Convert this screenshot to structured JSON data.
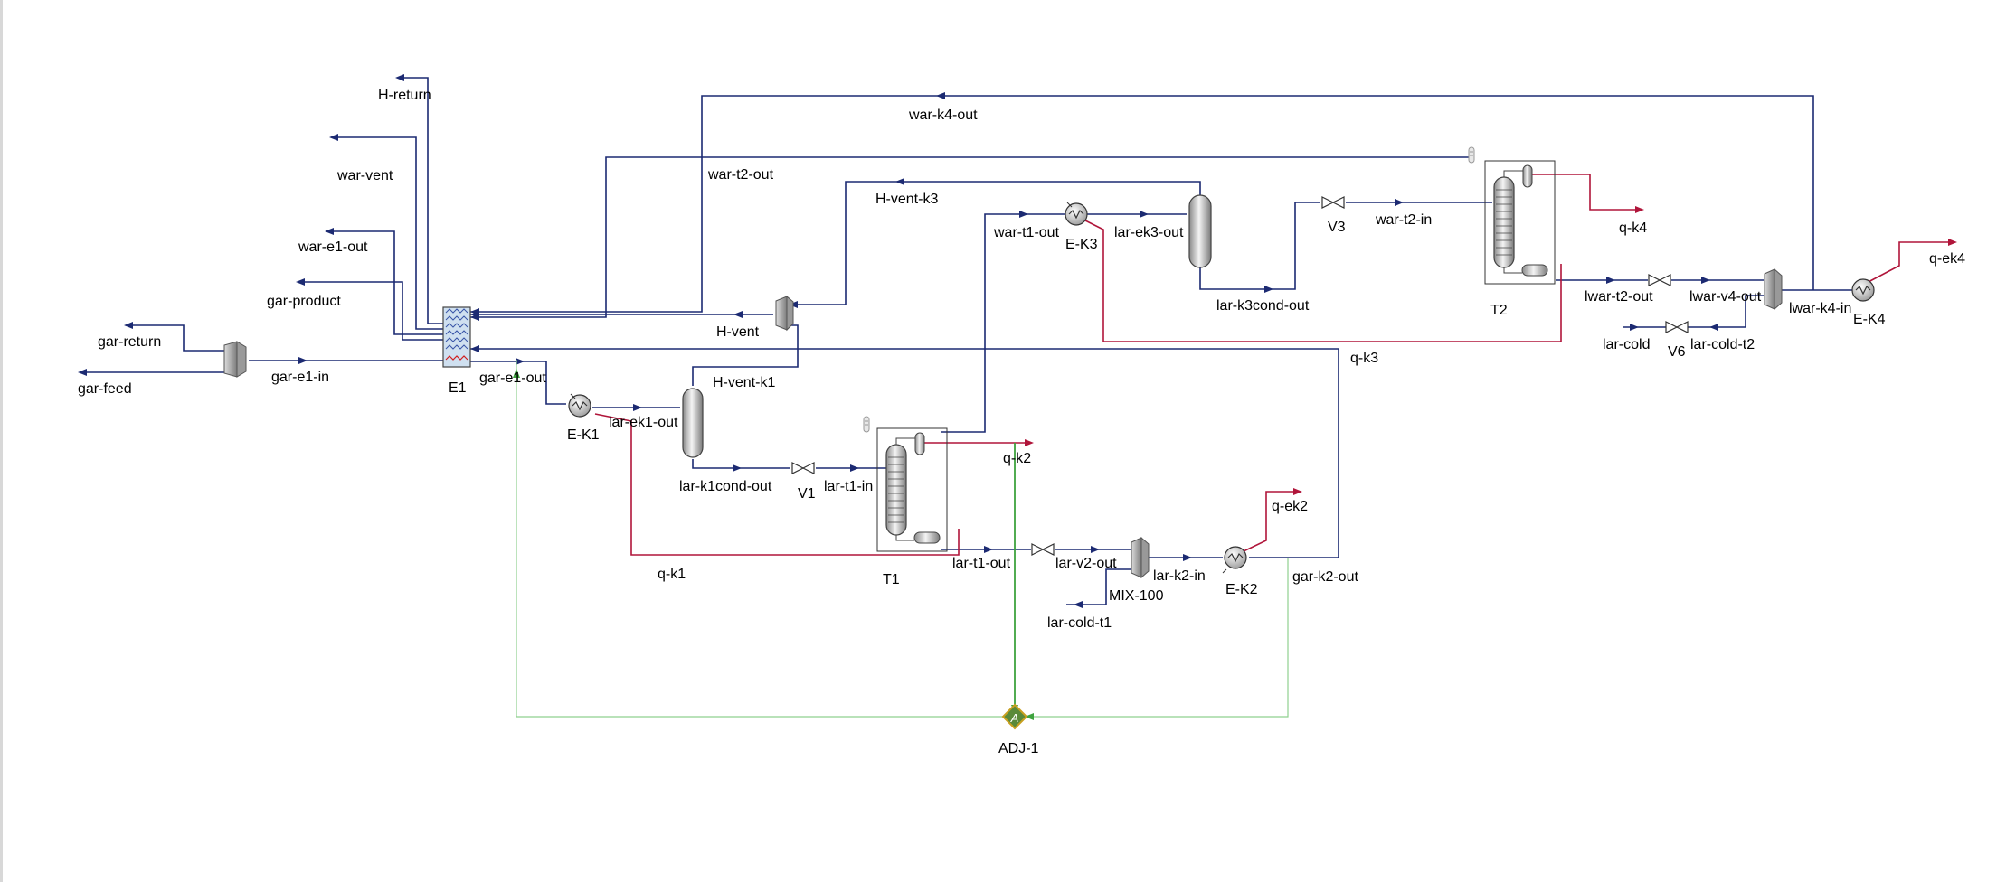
{
  "colors": {
    "material": "#1c2a72",
    "energy": "#b0153a",
    "signal": "#3ea33e",
    "background": "#ffffff"
  },
  "labels": {
    "h_return": "H-return",
    "war_k4_out": "war-k4-out",
    "war_vent": "war-vent",
    "war_t2_out": "war-t2-out",
    "h_vent_k3": "H-vent-k3",
    "war_e1_out": "war-e1-out",
    "war_t1_out": "war-t1-out",
    "lar_ek3_out": "lar-ek3-out",
    "v3": "V3",
    "war_t2_in": "war-t2-in",
    "q_k4": "q-k4",
    "q_ek4": "q-ek4",
    "e_k3": "E-K3",
    "gar_product": "gar-product",
    "h_vent": "H-vent",
    "lar_k3cond_out": "lar-k3cond-out",
    "lwar_t2_out": "lwar-t2-out",
    "lwar_v4_out": "lwar-v4-out",
    "lwar_k4_in": "lwar-k4-in",
    "e_k4": "E-K4",
    "t2": "T2",
    "gar_return": "gar-return",
    "lar_cold": "lar-cold",
    "v6": "V6",
    "lar_cold_t2": "lar-cold-t2",
    "q_k3": "q-k3",
    "gar_e1_in": "gar-e1-in",
    "gar_feed": "gar-feed",
    "gar_e1_out": "gar-e1-out",
    "e1": "E1",
    "h_vent_k1": "H-vent-k1",
    "lar_ek1_out": "lar-ek1-out",
    "e_k1": "E-K1",
    "q_k2": "q-k2",
    "lar_k1cond_out": "lar-k1cond-out",
    "v1": "V1",
    "lar_t1_in": "lar-t1-in",
    "q_ek2": "q-ek2",
    "q_k1": "q-k1",
    "lar_t1_out": "lar-t1-out",
    "lar_v2_out": "lar-v2-out",
    "lar_k2_in": "lar-k2-in",
    "e_k2": "E-K2",
    "gar_k2_out": "gar-k2-out",
    "t1": "T1",
    "mix_100": "MIX-100",
    "lar_cold_t1": "lar-cold-t1",
    "adj_1": "ADJ-1",
    "adj_glyph": "A"
  }
}
